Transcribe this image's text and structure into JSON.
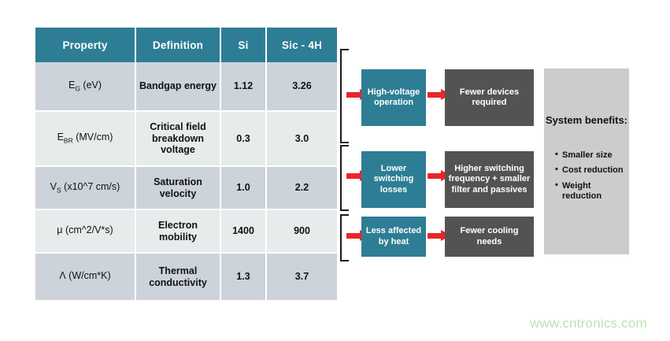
{
  "table": {
    "name": "si-vs-sic-comparison-table",
    "columns": [
      "Property",
      "Definition",
      "Si",
      "Sic - 4H"
    ],
    "rows": [
      {
        "property_main": "E",
        "property_sub": "G",
        "property_tail": " (eV)",
        "definition": "Bandgap energy",
        "si": "1.12",
        "sic": "3.26"
      },
      {
        "property_main": "E",
        "property_sub": "BR",
        "property_tail": " (MV/cm)",
        "definition": "Critical field breakdown voltage",
        "si": "0.3",
        "sic": "3.0"
      },
      {
        "property_main": "V",
        "property_sub": "S",
        "property_tail": " (x10^7 cm/s)",
        "definition": "Saturation velocity",
        "si": "1.0",
        "sic": "2.2"
      },
      {
        "property_main": "μ",
        "property_sub": "",
        "property_tail": " (cm^2/V*s)",
        "definition": "Electron mobility",
        "si": "1400",
        "sic": "900"
      },
      {
        "property_main": "Λ",
        "property_sub": "",
        "property_tail": " (W/cm*K)",
        "definition": "Thermal conductivity",
        "si": "1.3",
        "sic": "3.7"
      }
    ]
  },
  "flow": {
    "rows": [
      {
        "cause": "High-voltage operation",
        "effect": "Fewer devices required"
      },
      {
        "cause": "Lower switching losses",
        "effect": "Higher switching frequency + smaller filter and passives"
      },
      {
        "cause": "Less affected by heat",
        "effect": "Fewer cooling needs"
      }
    ]
  },
  "benefits": {
    "title": "System benefits:",
    "items": [
      "Smaller size",
      "Cost reduction",
      "Weight reduction"
    ]
  },
  "watermark": {
    "text": "www.cntronics.com"
  },
  "colors": {
    "teal": "#2d7e94",
    "gray_box": "#555352",
    "red_accent": "#d0111b",
    "red_arrow": "#e8252b",
    "band_a": "#ccd3da",
    "band_b": "#e6ebeb",
    "panel_gray": "#cccccc",
    "watermark_green": "#bfe0b8"
  }
}
